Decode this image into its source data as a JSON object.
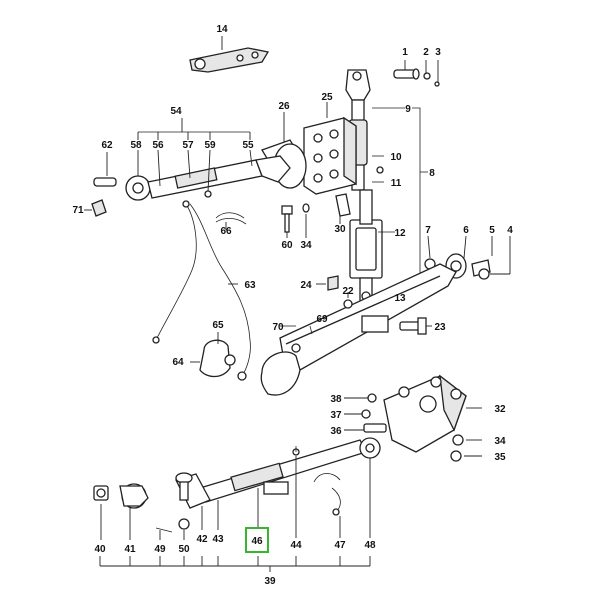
{
  "diagram": {
    "labels": {
      "p1": "1",
      "p2": "2",
      "p3": "3",
      "p4": "4",
      "p5": "5",
      "p6": "6",
      "p7": "7",
      "p8": "8",
      "p9": "9",
      "p10": "10",
      "p11": "11",
      "p12": "12",
      "p13": "13",
      "p14": "14",
      "p22": "22",
      "p23": "23",
      "p24": "24",
      "p25": "25",
      "p26": "26",
      "p30": "30",
      "p32": "32",
      "p34a": "34",
      "p34b": "34",
      "p35": "35",
      "p36": "36",
      "p37": "37",
      "p38": "38",
      "p39": "39",
      "p40": "40",
      "p41": "41",
      "p42": "42",
      "p43": "43",
      "p44": "44",
      "p46": "46",
      "p47": "47",
      "p48": "48",
      "p49": "49",
      "p50": "50",
      "p54": "54",
      "p55": "55",
      "p56": "56",
      "p57": "57",
      "p58": "58",
      "p59": "59",
      "p60": "60",
      "p62": "62",
      "p63": "63",
      "p64": "64",
      "p65": "65",
      "p66": "66",
      "p69": "69",
      "p70": "70",
      "p71": "71"
    },
    "highlighted_part": "46",
    "highlight_color": "#38b42f"
  }
}
